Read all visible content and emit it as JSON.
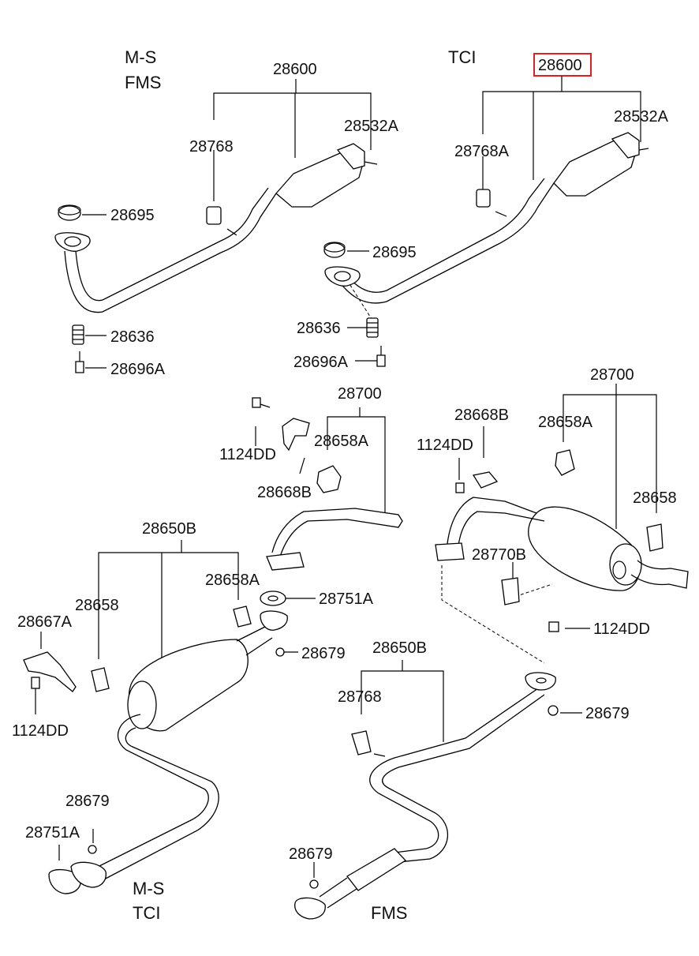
{
  "sections": {
    "top_left": [
      "M-S",
      "FMS"
    ],
    "top_right": "TCI",
    "bottom_left": [
      "M-S",
      "TCI"
    ],
    "bottom_right": "FMS"
  },
  "labels": {
    "tl_28600": "28600",
    "tl_28532a": "28532A",
    "tl_28768": "28768",
    "tl_28695": "28695",
    "tl_28636": "28636",
    "tl_28696a": "28696A",
    "tr_28600": "28600",
    "tr_28532a": "28532A",
    "tr_28768a": "28768A",
    "tr_28695": "28695",
    "tr_28636": "28636",
    "tr_28696a": "28696A",
    "mc_28700": "28700",
    "mc_1124dd": "1124DD",
    "mc_28658a": "28658A",
    "mc_28668b": "28668B",
    "mr_28700": "28700",
    "mr_28668b": "28668B",
    "mr_28658a": "28658A",
    "mr_1124dd": "1124DD",
    "mr_28658": "28658",
    "mr_28770b": "28770B",
    "mr_1124dd_2": "1124DD",
    "bl_28650b": "28650B",
    "bl_28658a": "28658A",
    "bl_28751a": "28751A",
    "bl_28658": "28658",
    "bl_28667a": "28667A",
    "bl_28679": "28679",
    "bl_1124dd": "1124DD",
    "bl_28679_b": "28679",
    "bl_28751a_b": "28751A",
    "br_28650b": "28650B",
    "br_28768": "28768",
    "br_28679": "28679",
    "br_28679_b": "28679"
  },
  "highlight": {
    "part": "28600",
    "color": "#e02020"
  }
}
